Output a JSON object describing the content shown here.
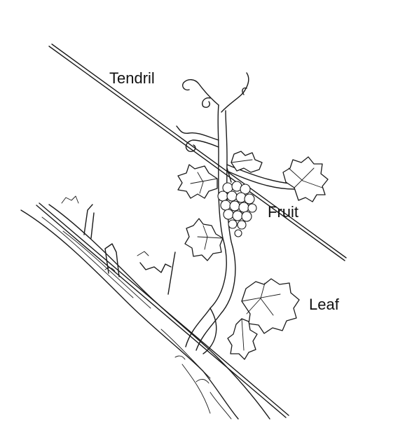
{
  "labels": {
    "tendril": "Tendril",
    "fruit": "Fruit",
    "leaf": "Leaf"
  },
  "colors": {
    "ink": "#1a1a1a",
    "background": "#ffffff"
  }
}
